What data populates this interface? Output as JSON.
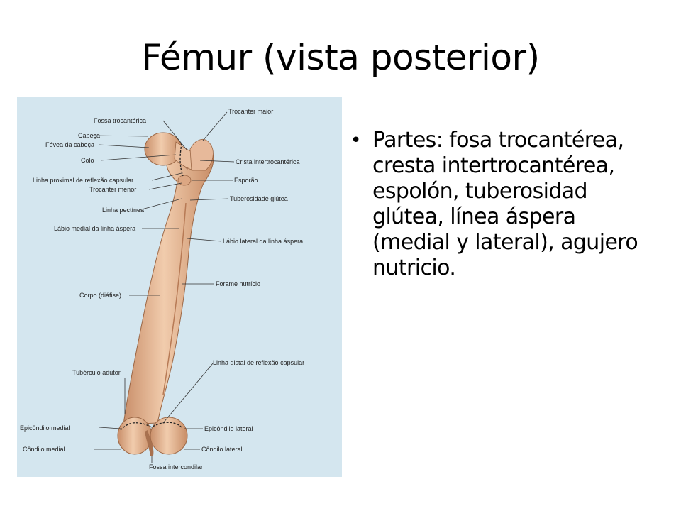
{
  "slide": {
    "title": "Fémur (vista posterior)",
    "bullets": [
      "Partes: fosa trocantérea, cresta intertrocantérea, espolón, tuberosidad glútea, línea áspera (medial y lateral), agujero nutricio."
    ],
    "bullet_glyph": "•"
  },
  "figure": {
    "background_color": "#d4e6ef",
    "bone_color": "#e7b99a",
    "labels_left": [
      "Fossa trocantérica",
      "Cabeça",
      "Fóvea da cabeça",
      "Colo",
      "Linha proximal de reflexão capsular",
      "Trocanter menor",
      "Linha pectínea",
      "Lábio medial da linha áspera",
      "Corpo (diáfise)",
      "Tubérculo adutor",
      "Epicôndilo medial",
      "Côndilo medial"
    ],
    "labels_right": [
      "Trocanter maior",
      "Crista intertrocantérica",
      "Esporão",
      "Tuberosidade glútea",
      "Lábio lateral da linha áspera",
      "Forame nutrício",
      "Linha distal de reflexão capsular",
      "Epicôndilo lateral",
      "Côndilo lateral"
    ],
    "label_bottom": "Fossa intercondilar"
  }
}
